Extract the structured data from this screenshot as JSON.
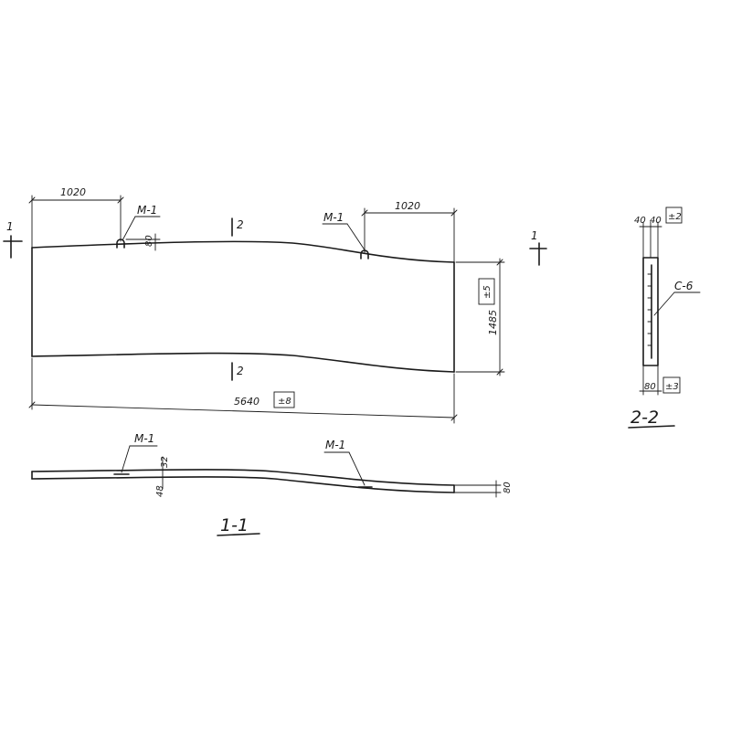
{
  "plan": {
    "dim_left_offset": "1020",
    "dim_right_offset": "1020",
    "dim_length": "5640",
    "dim_length_tol": "±8",
    "dim_height": "1485",
    "dim_height_tol": "±5",
    "dim_lug": "80",
    "embed_left": "M-1",
    "embed_right": "M-1",
    "cut_1_left": "1",
    "cut_1_right": "1",
    "cut_2_top": "2",
    "cut_2_bottom": "2"
  },
  "section_1_1": {
    "title": "1-1",
    "embed_left": "M-1",
    "embed_right": "M-1",
    "dim_32": "32",
    "dim_48": "48",
    "dim_80": "80"
  },
  "section_2_2": {
    "title": "2-2",
    "dim_40a": "40",
    "dim_40b": "40",
    "dim_tol_top": "±2",
    "rebar_label": "C-6",
    "dim_80": "80",
    "dim_tol_bottom": "±3"
  }
}
